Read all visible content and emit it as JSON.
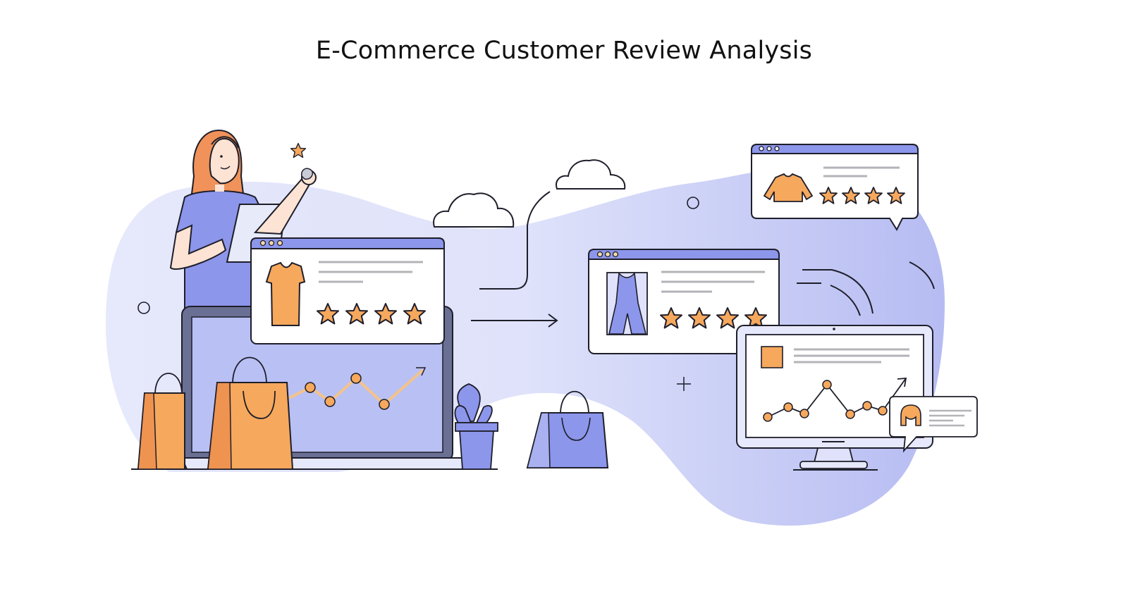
{
  "title": "E-Commerce Customer Review Analysis",
  "colors": {
    "lavender_blob": "#c9cdf5",
    "lavender_light": "#e3e6fb",
    "purple_accent": "#8c96ea",
    "orange_accent": "#f6a85d",
    "outline": "#1e1e2a",
    "gray_line": "#b3b3b8",
    "laptop_frame": "#6a6f94"
  },
  "scene": {
    "person": {
      "description": "woman with orange hair, purple shirt, holding tablet"
    },
    "review_cards": [
      {
        "id": "left-card",
        "product": "tank-top",
        "product_color": "#f6a85d",
        "stars": 4
      },
      {
        "id": "middle-card",
        "product": "jumpsuit",
        "product_color": "#8c96ea",
        "stars": 4
      },
      {
        "id": "top-right-bubble",
        "product": "sweater",
        "product_color": "#f6a85d",
        "stars": 4
      }
    ],
    "laptop_chart": {
      "points": 4,
      "trend": "up"
    },
    "monitor_chart": {
      "points": 7,
      "trend": "up"
    },
    "bags": [
      {
        "color": "orange"
      },
      {
        "color": "orange"
      },
      {
        "color": "purple"
      }
    ]
  }
}
